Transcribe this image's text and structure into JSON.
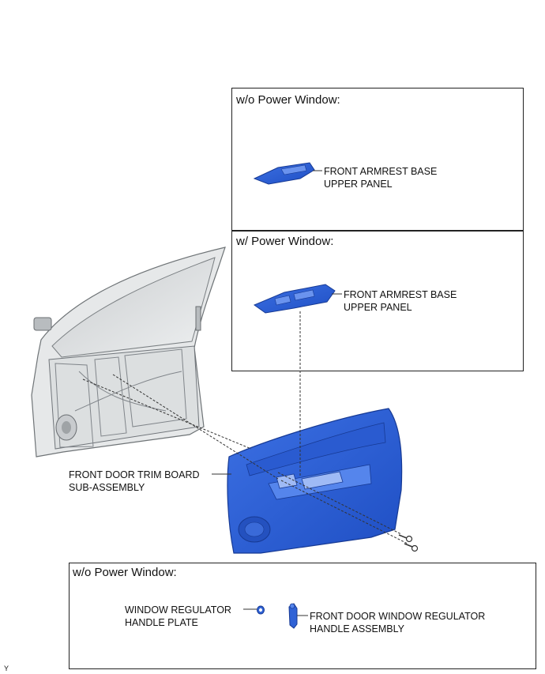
{
  "top_box_title": "w/o Power Window:",
  "middle_box_title": "w/ Power Window:",
  "bottom_box_title": "w/o Power Window:",
  "armrest_label_top": {
    "line1": "FRONT ARMREST BASE",
    "line2": "UPPER PANEL"
  },
  "armrest_label_middle": {
    "line1": "FRONT ARMREST BASE",
    "line2": "UPPER PANEL"
  },
  "trim_board_label": {
    "line1": "FRONT DOOR TRIM BOARD",
    "line2": "SUB-ASSEMBLY"
  },
  "handle_plate_label": {
    "line1": "WINDOW REGULATOR",
    "line2": "HANDLE PLATE"
  },
  "handle_assembly_label": {
    "line1": "FRONT DOOR WINDOW REGULATOR",
    "line2": "HANDLE ASSEMBLY"
  },
  "figure_code": "Y",
  "colors": {
    "part_blue": "#2f62d6",
    "part_blue_dark": "#1d43a8",
    "door_gray": "#d9dcde",
    "line": "#333333"
  }
}
